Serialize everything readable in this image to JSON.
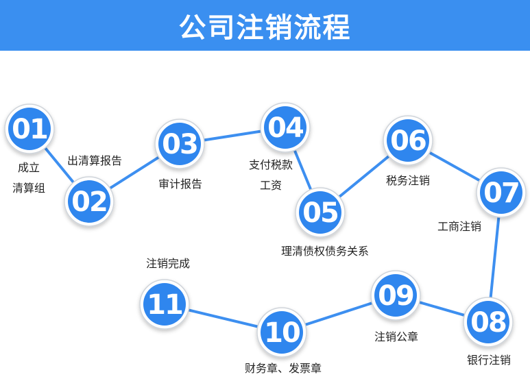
{
  "title": "公司注销流程",
  "colors": {
    "header_bg": "#3a8ff0",
    "node_fill": "#2f86ee",
    "node_ring": "#ffffff",
    "node_shadow": "#cfd4da",
    "connector": "#3d8ff0",
    "text": "#222222"
  },
  "steps": [
    {
      "num": "01",
      "label": [
        "成立",
        "清算组"
      ]
    },
    {
      "num": "02",
      "label": [
        "出清算报告"
      ]
    },
    {
      "num": "03",
      "label": [
        "审计报告"
      ]
    },
    {
      "num": "04",
      "label": [
        "支付税款",
        "工资"
      ]
    },
    {
      "num": "05",
      "label": [
        "理清债权债务关系"
      ]
    },
    {
      "num": "06",
      "label": [
        "税务注销"
      ]
    },
    {
      "num": "07",
      "label": [
        "工商注销"
      ]
    },
    {
      "num": "08",
      "label": [
        "银行注销"
      ]
    },
    {
      "num": "09",
      "label": [
        "注销公章"
      ]
    },
    {
      "num": "10",
      "label": [
        "财务章、发票章"
      ]
    },
    {
      "num": "11",
      "label": [
        "注销完成"
      ]
    }
  ]
}
